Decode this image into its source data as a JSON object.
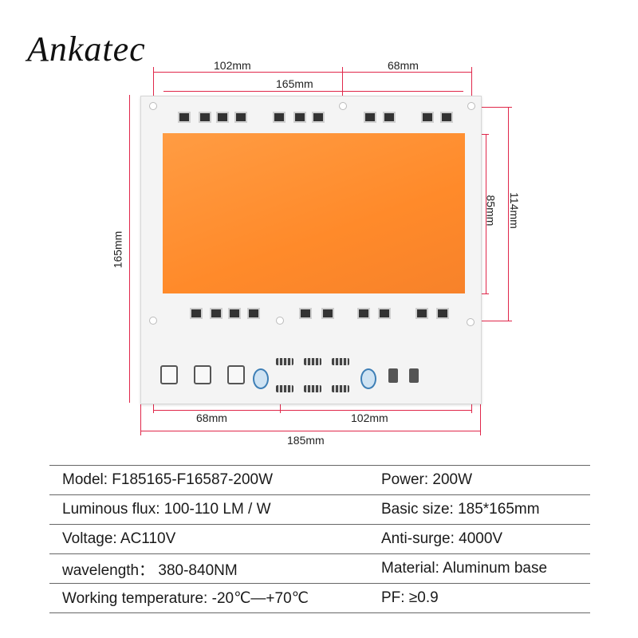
{
  "brand": "Ankatec",
  "dimensions": {
    "top_left": "102mm",
    "top_right": "68mm",
    "top_overall": "165mm",
    "left_height": "165mm",
    "right_inner": "85mm",
    "right_outer": "114mm",
    "bottom_left": "68mm",
    "bottom_right": "102mm",
    "bottom_overall": "185mm"
  },
  "colors": {
    "emitter": "#ff8a2a",
    "dimension_lines": "#e0274a",
    "board": "#f4f4f4"
  },
  "specs": [
    {
      "left": "Model: F185165-F16587-200W",
      "right": "Power: 200W"
    },
    {
      "left": "Luminous flux: 100-110 LM / W",
      "right": "Basic size: 185*165mm"
    },
    {
      "left": "Voltage: AC110V",
      "right": "Anti-surge: 4000V"
    },
    {
      "left": "wavelength： 380-840NM",
      "right": "Material: Aluminum base"
    },
    {
      "left": "Working temperature: -20℃—+70℃",
      "right": "PF: ≥0.9"
    }
  ]
}
